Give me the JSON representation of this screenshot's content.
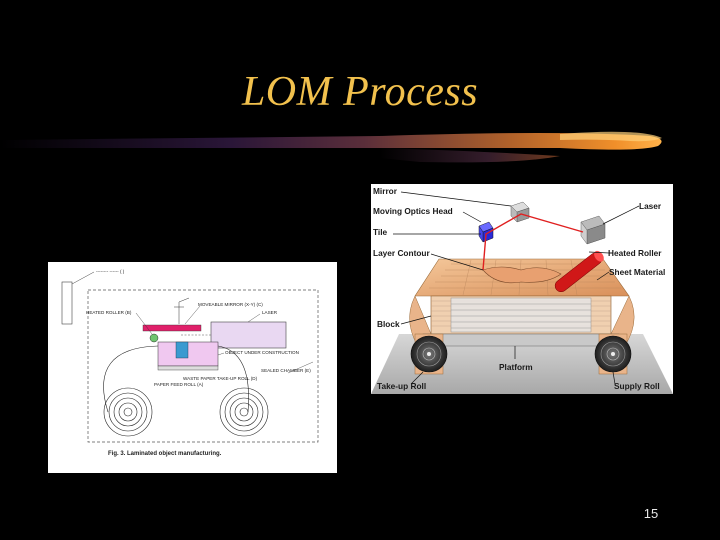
{
  "slide": {
    "title": "LOM Process",
    "page_number": "15",
    "accent_color": "#f2c14d"
  },
  "figure_right": {
    "labels": {
      "mirror": "Mirror",
      "moving_optics_head": "Moving Optics Head",
      "tile": "Tile",
      "layer_contour": "Layer Contour",
      "laser": "Laser",
      "heated_roller": "Heated Roller",
      "sheet_material": "Sheet Material",
      "block": "Block",
      "platform": "Platform",
      "take_up_roll": "Take-up Roll",
      "supply_roll": "Supply Roll"
    }
  },
  "figure_left": {
    "labels": {
      "heated_roller": "HEATED ROLLER (B)",
      "moveable_mirror": "MOVEABLE MIRROR (X-Y) (C)",
      "laser": "LASER",
      "object_under_construction": "OBJECT UNDER CONSTRUCTION",
      "sealed_chamber": "SEALED CHAMBER (E)",
      "paper_feed_roll": "PAPER FEED ROLL (A)",
      "waste_paper_take_up_roll": "WASTE PAPER TAKE-UP ROLL (D)"
    },
    "caption": "Fig. 3.  Laminated object manufacturing."
  }
}
